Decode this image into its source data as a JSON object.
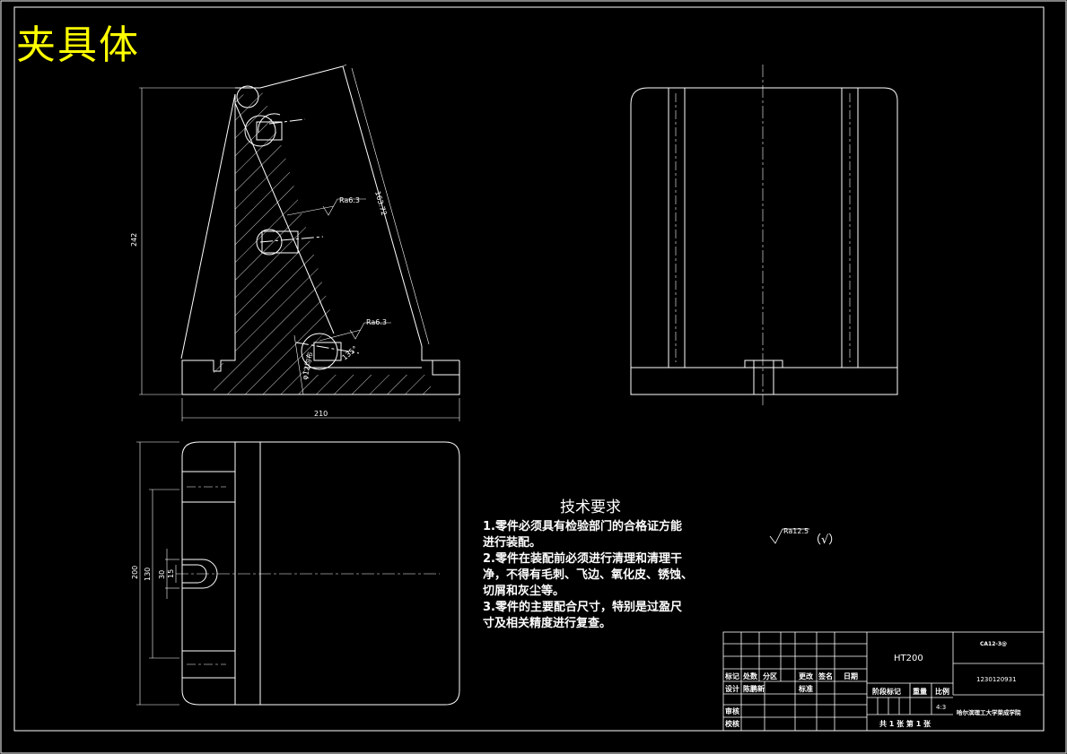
{
  "title": "夹具体",
  "dimensions": {
    "height_main": "242",
    "width_base": "210",
    "slant_length": "163.72",
    "hole_dia": "φ12均布",
    "chamfer": "135°",
    "roughness_1": "Ra6.3",
    "roughness_2": "Ra6.3",
    "plan_height": "200",
    "plan_inner": "130",
    "slot_width": "30",
    "slot_inner": "15"
  },
  "general_roughness": {
    "value": "Ra12.5",
    "suffix": "（√）"
  },
  "tech_requirements": {
    "heading": "技术要求",
    "lines": [
      "1.零件必须具有检验部门的合格证方能",
      "进行装配。",
      "2.零件在装配前必须进行清理和清理干",
      "净，不得有毛刺、飞边、氧化皮、锈蚀、",
      "切屑和灰尘等。",
      "3.零件的主要配合尺寸，特别是过盈尺",
      "寸及相关精度进行复查。"
    ]
  },
  "title_block": {
    "material": "HT200",
    "drawing_code": "CA12-3@",
    "drawing_number": "1230120931",
    "school": "哈尔滨理工大学荣成学院",
    "labels": {
      "mark": "标记",
      "count": "处数",
      "zone": "分区",
      "change": "更改",
      "sign": "签名",
      "date": "日期",
      "design": "设计",
      "designer": "陈鹏新",
      "standard": "标准",
      "stage": "阶段标记",
      "weight": "重量",
      "scale": "比例",
      "scale_value": "4:3",
      "review": "审核",
      "approve": "校核",
      "sheets": "共 1 张  第 1 张"
    }
  }
}
